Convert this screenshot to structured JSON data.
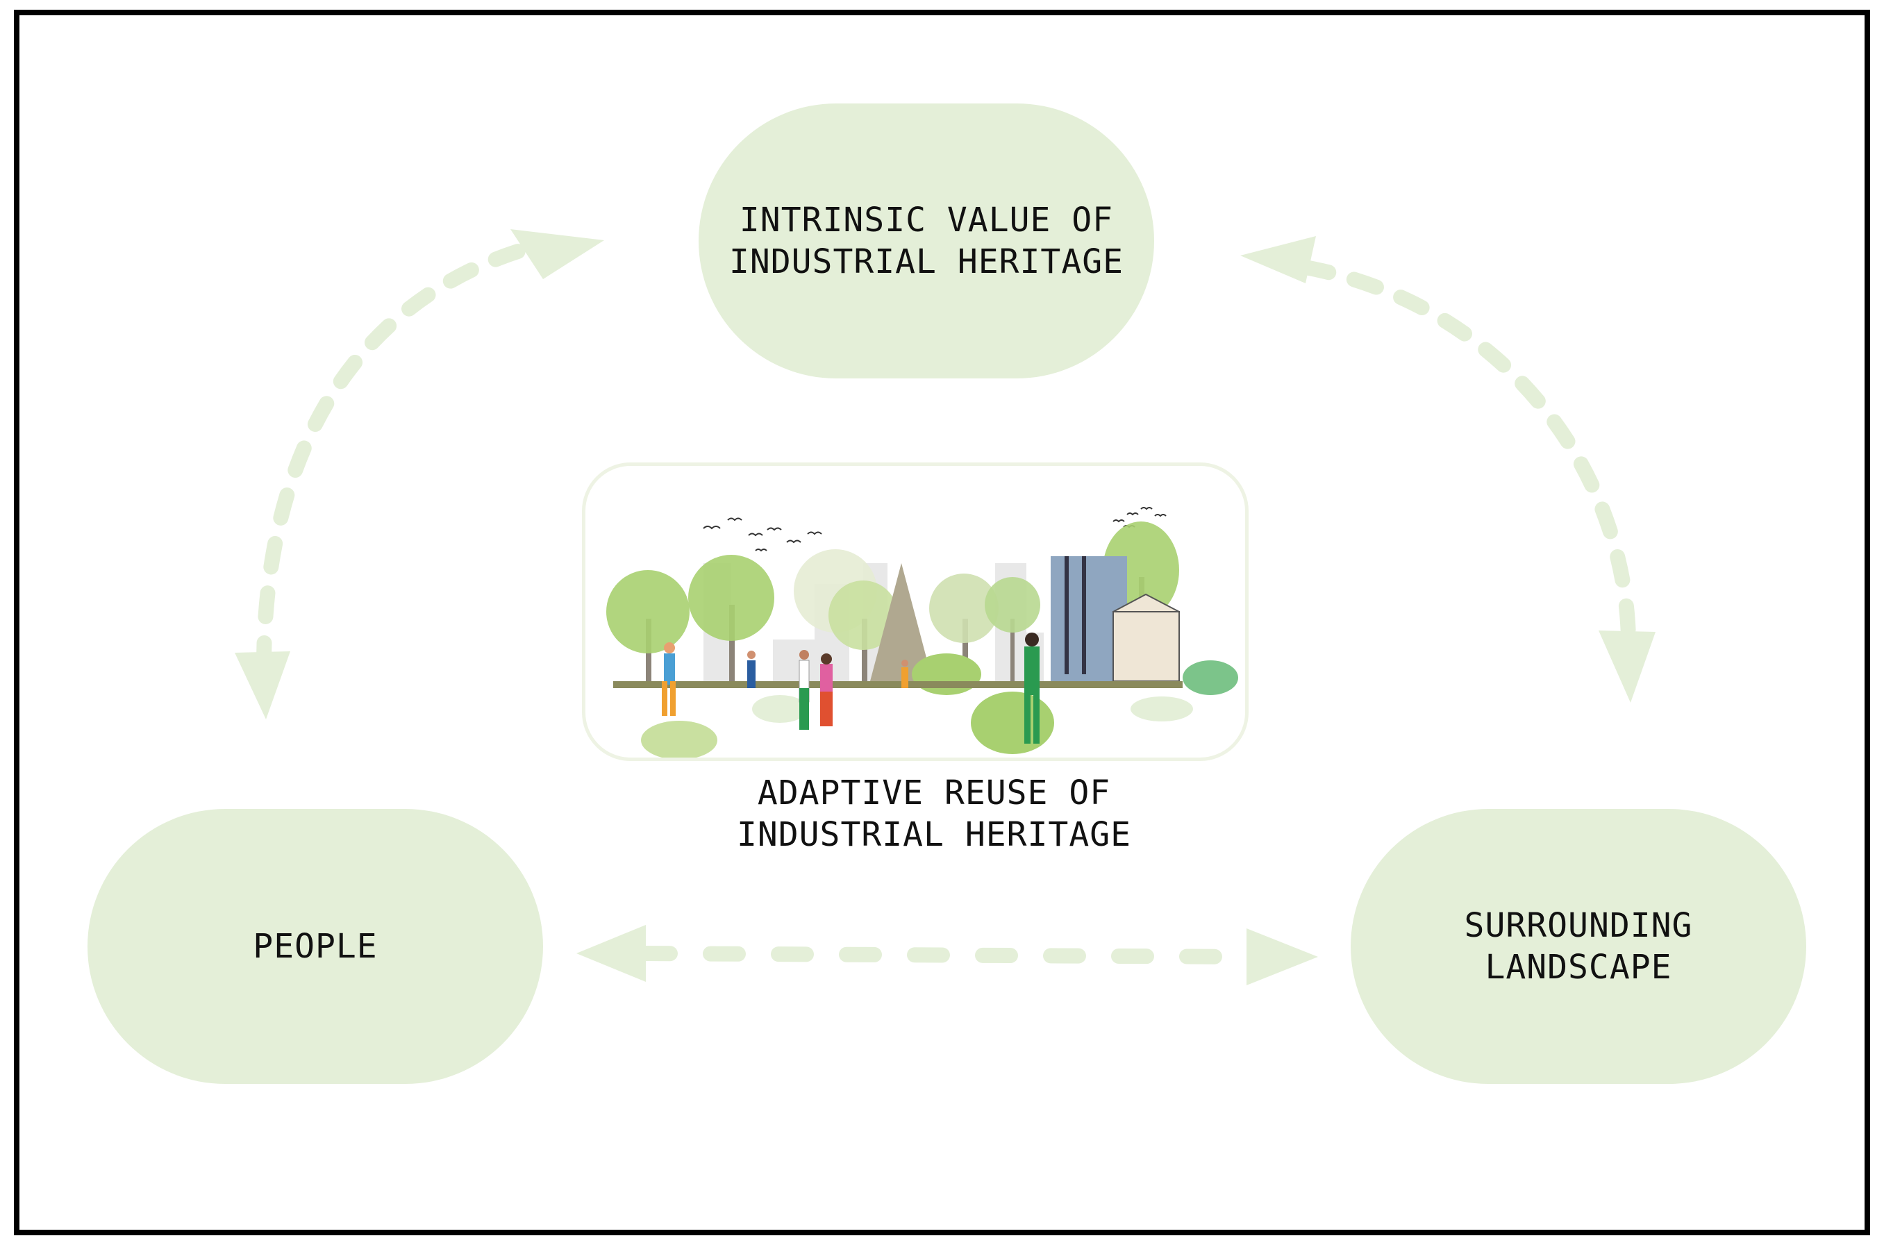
{
  "diagram": {
    "nodes": {
      "top": "INTRINSIC VALUE OF\nINDUSTRIAL HERITAGE",
      "left": "PEOPLE",
      "right": "SURROUNDING\nLANDSCAPE"
    },
    "center_label": "ADAPTIVE REUSE OF\n INDUSTRIAL HERITAGE",
    "colors": {
      "node_fill": "#e4efd8",
      "arrow": "#e4efd8",
      "frame": "#000000"
    },
    "edges": [
      {
        "from": "left",
        "to": "top",
        "style": "dashed-bidirectional"
      },
      {
        "from": "top",
        "to": "right",
        "style": "dashed-bidirectional"
      },
      {
        "from": "left",
        "to": "right",
        "style": "dashed-bidirectional"
      }
    ],
    "illustration": "park-with-people-trees-and-industrial-silos"
  }
}
